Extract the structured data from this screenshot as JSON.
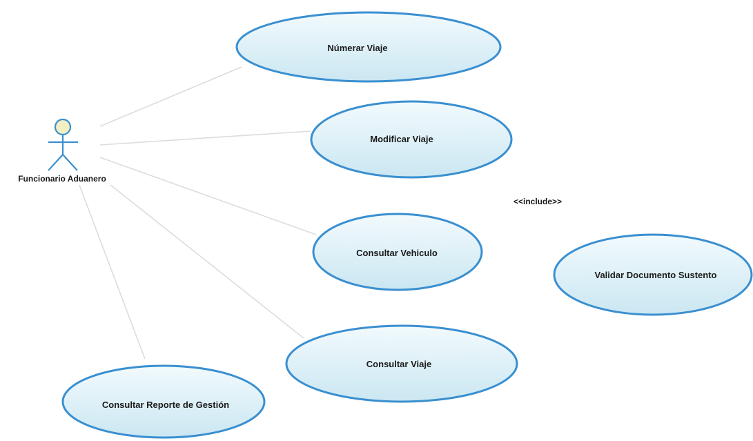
{
  "diagram": {
    "actor": {
      "name": "Funcionario Aduanero"
    },
    "use_cases": {
      "numerar_viaje": "Númerar Viaje",
      "modificar_viaje": "Modificar Viaje",
      "consultar_vehiculo": "Consultar Vehiculo",
      "consultar_viaje": "Consultar Viaje",
      "consultar_reporte": "Consultar Reporte de Gestión",
      "validar_documento": "Validar Documento Sustento"
    },
    "stereotype": "<<include>>"
  },
  "colors": {
    "outline": "#3a8fd0",
    "fill_light": "#eef8fc",
    "fill_dark": "#cde8f3",
    "line": "#dcdcdc"
  }
}
